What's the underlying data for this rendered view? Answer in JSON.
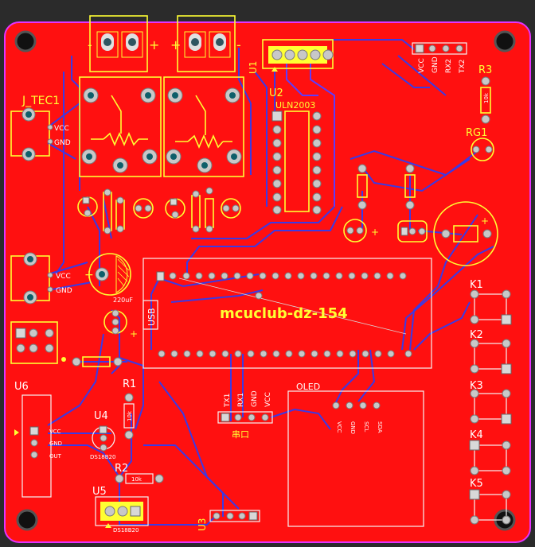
{
  "board": {
    "title": "mcuclub-dz-154"
  },
  "labels": {
    "j_tec1": "J_TEC1",
    "j_tec_vcc": "VCC",
    "j_tec_gnd": "GND",
    "vcc2": "VCC",
    "gnd2": "GND",
    "u1": "U1",
    "u2": "U2",
    "uln": "ULN2003",
    "r3": "R3",
    "rg1": "RG1",
    "u6": "U6",
    "u4": "U4",
    "u4_part": "DS18B20",
    "u5": "U5",
    "u5_part": "DS18B20",
    "u3": "U3",
    "r1": "R1",
    "r2": "R2",
    "r2_value": "10k",
    "usb": "USB",
    "oled": "OLED",
    "cap_value": "220uF",
    "k1": "K1",
    "k2": "K2",
    "k3": "K3",
    "k4": "K4",
    "k5": "K5",
    "header_pins": [
      "VCC",
      "GND",
      "RX2",
      "TX2"
    ],
    "serial_pins": [
      "TX1",
      "RX1",
      "GND",
      "VCC"
    ],
    "serial_caption": "串口",
    "oled_pins": [
      "VCC",
      "GND",
      "SCL",
      "SDA"
    ],
    "u6_pins": [
      "VCC",
      "GND",
      "OUT"
    ],
    "r3_value": "10k",
    "r1_value": "10k",
    "term_plus": "+",
    "term_minus": "-",
    "cap_plus": "+"
  }
}
